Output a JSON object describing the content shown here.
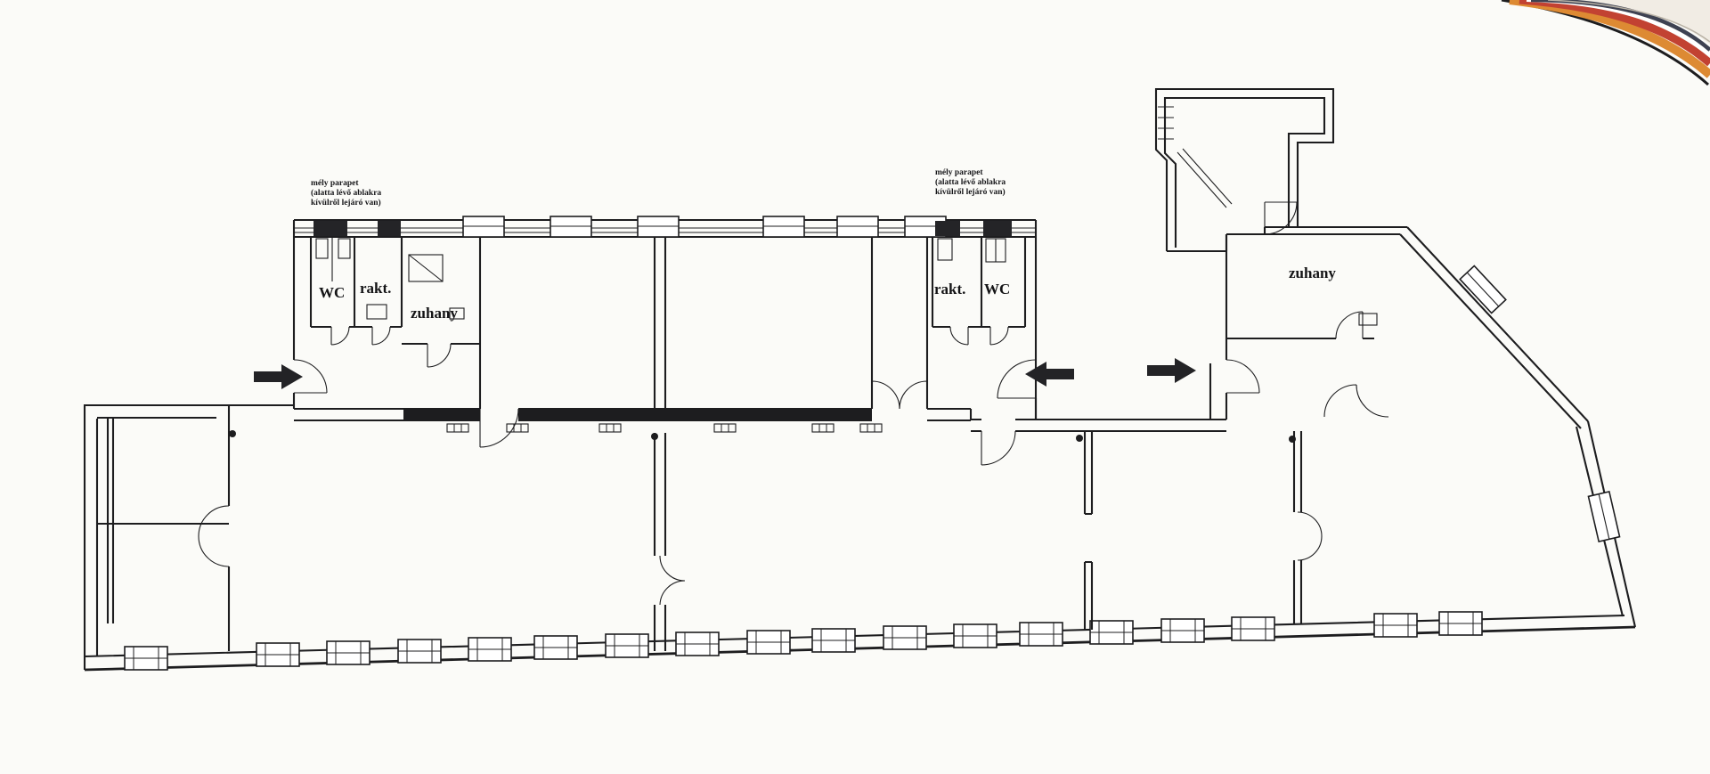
{
  "drawing": {
    "type": "scanned architectural floor plan",
    "labels": {
      "wc_left": "WC",
      "rakt_left": "rakt.",
      "zuhany_left": "zuhany",
      "rakt_right": "rakt.",
      "wc_right": "WC",
      "zuhany_right": "zuhany"
    },
    "notes": {
      "left": [
        "mély parapet",
        "(alatta lévő ablakra",
        "kívülről lejáró van)"
      ],
      "right": [
        "mély parapet",
        "(alatta lévő ablakra",
        "kívülről lejáró van)"
      ]
    },
    "colors": {
      "ink": "#1d1d1f",
      "paper": "#fbfbf8",
      "stripe_gray": "#55555a",
      "stripe_orange": "#dd8a33",
      "stripe_red": "#c24232",
      "stripe_navy": "#3e4252",
      "stripe_inner": "#f1ece4"
    }
  }
}
